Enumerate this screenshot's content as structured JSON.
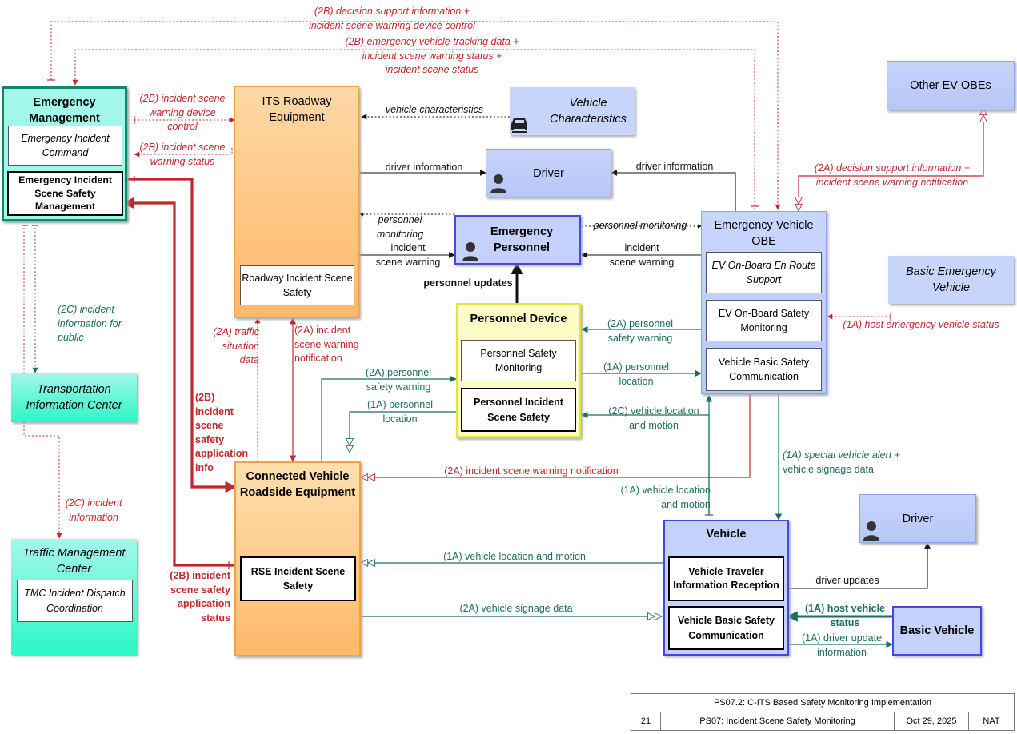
{
  "nodes": {
    "em": {
      "title": "Emergency Management",
      "sub1": "Emergency Incident Command",
      "sub2": "Emergency Incident Scene Safety Management"
    },
    "its": {
      "title": "ITS Roadway Equipment",
      "sub1": "Roadway Incident Scene Safety"
    },
    "vc": {
      "title": "Vehicle Characteristics"
    },
    "driver_top": {
      "title": "Driver"
    },
    "other_ev": {
      "title": "Other EV OBEs"
    },
    "ep": {
      "title": "Emergency Personnel"
    },
    "evobe": {
      "title": "Emergency Vehicle OBE",
      "sub1": "EV On-Board En Route Support",
      "sub2": "EV On-Board Safety Monitoring",
      "sub3": "Vehicle Basic Safety Communication"
    },
    "bev": {
      "title": "Basic Emergency Vehicle"
    },
    "pd": {
      "title": "Personnel Device",
      "sub1": "Personnel Safety Monitoring",
      "sub2": "Personnel Incident Scene Safety"
    },
    "tic": {
      "title": "Transportation Information Center"
    },
    "tmc": {
      "title": "Traffic Management Center",
      "sub1": "TMC Incident Dispatch Coordination"
    },
    "cvre": {
      "title": "Connected Vehicle Roadside Equipment",
      "sub1": "RSE Incident Scene Safety"
    },
    "vehicle": {
      "title": "Vehicle",
      "sub1": "Vehicle Traveler Information Reception",
      "sub2": "Vehicle Basic Safety Communication"
    },
    "driver_bot": {
      "title": "Driver"
    },
    "bv": {
      "title": "Basic Vehicle"
    }
  },
  "flows": {
    "f1": {
      "l1": "(2B) decision support information +",
      "l2": "incident scene warning device control"
    },
    "f2": {
      "l1": "(2B) emergency vehicle tracking data +",
      "l2": "incident scene warning status +",
      "l3": "incident scene status"
    },
    "f3": {
      "l1": "(2B) incident scene",
      "l2": "warning device",
      "l3": "control"
    },
    "f4": {
      "l1": "(2B) incident scene",
      "l2": "warning status"
    },
    "f5": {
      "l1": "vehicle characteristics"
    },
    "f6": {
      "l1": "driver information"
    },
    "f7": {
      "l1": "driver information"
    },
    "f8": {
      "l1": "(2A) decision support information +",
      "l2": "incident scene warning notification"
    },
    "f9": {
      "l1": "personnel",
      "l2": "monitoring"
    },
    "f10": {
      "l1": "personnel monitoring"
    },
    "f11": {
      "l1": "incident",
      "l2": "scene warning"
    },
    "f12": {
      "l1": "incident",
      "l2": "scene warning"
    },
    "f13": {
      "l1": "personnel updates"
    },
    "f14": {
      "l1": "(2C) incident",
      "l2": "information for",
      "l3": "public"
    },
    "f15": {
      "l1": "(2A) traffic",
      "l2": "situation",
      "l3": "data"
    },
    "f16": {
      "l1": "(2A) incident",
      "l2": "scene warning",
      "l3": "notification"
    },
    "f17": {
      "l1": "(2B)",
      "l2": "incident",
      "l3": "scene",
      "l4": "safety",
      "l5": "application",
      "l6": "info"
    },
    "f18": {
      "l1": "(2A) personnel",
      "l2": "safety warning"
    },
    "f19": {
      "l1": "(1A) personnel",
      "l2": "location"
    },
    "f20": {
      "l1": "(2A) personnel",
      "l2": "safety warning"
    },
    "f21": {
      "l1": "(1A) personnel",
      "l2": "location"
    },
    "f22": {
      "l1": "(2C) vehicle location",
      "l2": "and motion"
    },
    "f23": {
      "l1": "(1A) host emergency vehicle status"
    },
    "f24": {
      "l1": "(2C) incident",
      "l2": "information"
    },
    "f25": {
      "l1": "(2A) incident scene warning notification"
    },
    "f26": {
      "l1": "(1A) special vehicle alert +",
      "l2": "vehicle signage data"
    },
    "f27": {
      "l1": "(1A) vehicle location",
      "l2": "and motion"
    },
    "f28": {
      "l1": "(2B) incident",
      "l2": "scene safety",
      "l3": "application",
      "l4": "status"
    },
    "f29": {
      "l1": "(1A) vehicle location and motion"
    },
    "f30": {
      "l1": "(2A) vehicle signage data"
    },
    "f31": {
      "l1": "driver updates"
    },
    "f32": {
      "l1": "(1A) host vehicle",
      "l2": "status"
    },
    "f33": {
      "l1": "(1A) driver update",
      "l2": "information"
    }
  },
  "footer": {
    "title": "PS07.2: C-ITS Based Safety Monitoring Implementation",
    "page": "21",
    "name": "PS07: Incident Scene Safety Monitoring",
    "date": "Oct 29, 2025",
    "org": "NAT"
  },
  "colors": {
    "red_flow": "#c0282d",
    "green_flow": "#1b6e60",
    "black_flow": "#111111",
    "center_fill": "#a3f7ea",
    "field_fill": "#fde0b0",
    "vehicle_fill": "#c3d1fb",
    "terminator_fill": "#c7d5fb",
    "device_fill": "#fdfcc6"
  },
  "icons": [
    "person-icon",
    "vehicle-icon"
  ]
}
